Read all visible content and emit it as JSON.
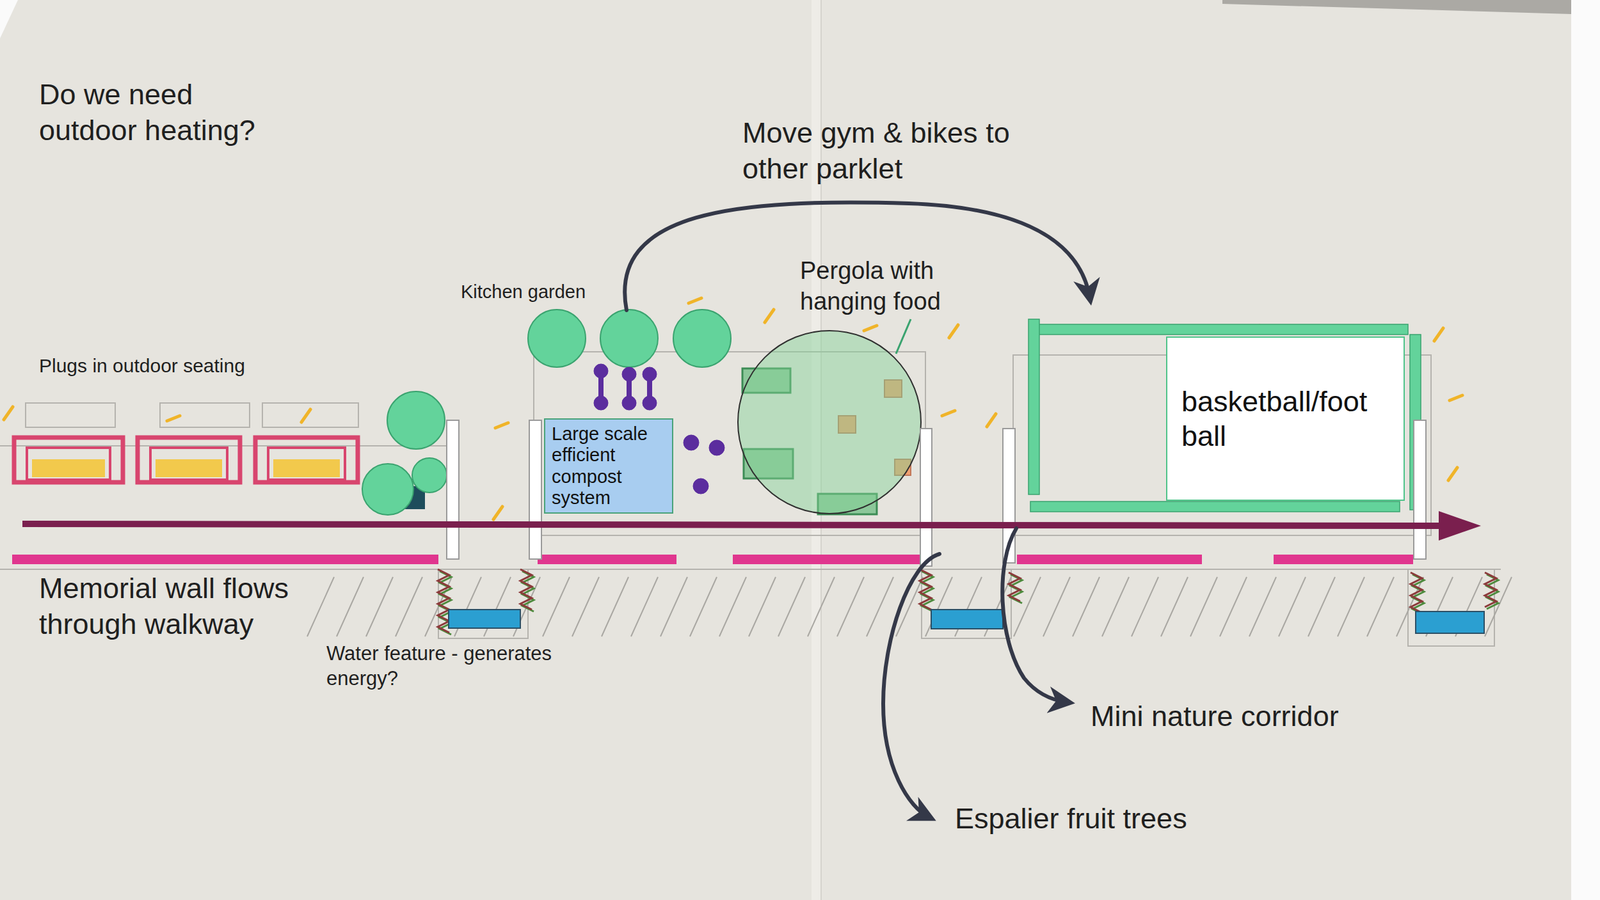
{
  "diagram": {
    "nodes": [
      {
        "text": [
          "Large scale efficient compost system"
        ]
      },
      {
        "text": [
          "basketball/foot ball"
        ]
      }
    ],
    "labels": [
      "Do we need outdoor heating?",
      "Move gym & bikes to other parklet",
      "Kitchen garden",
      "Pergola with hanging food",
      "Plugs in outdoor seating",
      "Memorial wall flows through walkway",
      "Water feature - generates energy?",
      "Mini nature corridor",
      "Espalier fruit trees"
    ]
  }
}
